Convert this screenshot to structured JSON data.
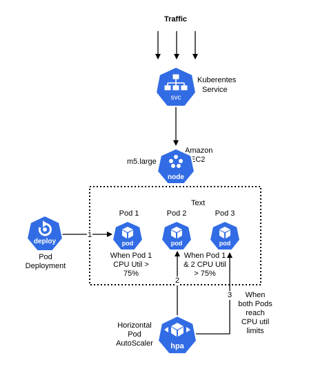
{
  "traffic_label": "Traffic",
  "service": {
    "icon_text": "svc",
    "label_line1": "Kuberentes",
    "label_line2": "Service"
  },
  "node": {
    "icon_text": "node",
    "instance_type": "m5.large",
    "label_line1": "Amazon",
    "label_line2": "EC2"
  },
  "group_label": "Text",
  "deploy": {
    "icon_text": "deploy",
    "label_line1": "Pod",
    "label_line2": "Deployment"
  },
  "pods": [
    {
      "title": "Pod 1",
      "icon_text": "pod"
    },
    {
      "title": "Pod 2",
      "icon_text": "pod"
    },
    {
      "title": "Pod 3",
      "icon_text": "pod"
    }
  ],
  "pod1_note": {
    "line1": "When Pod 1",
    "line2": "CPU Util >",
    "line3": "75%"
  },
  "pod3_note": {
    "line1": "When Pod 1",
    "line2": "& 2 CPU Util",
    "line3": "> 75%"
  },
  "hpa": {
    "icon_text": "hpa",
    "label_line1": "Horizontal",
    "label_line2": "Pod",
    "label_line3": "AutoScaler"
  },
  "hpa_note": {
    "line1": "When",
    "line2": "both Pods",
    "line3": "reach",
    "line4": "CPU util",
    "line5": "limits"
  },
  "step_labels": {
    "step1": "1",
    "step2": "2",
    "step3": "3"
  },
  "colors": {
    "k8s_blue": "#326ce5",
    "icon_white": "#ffffff",
    "line": "#000000"
  }
}
